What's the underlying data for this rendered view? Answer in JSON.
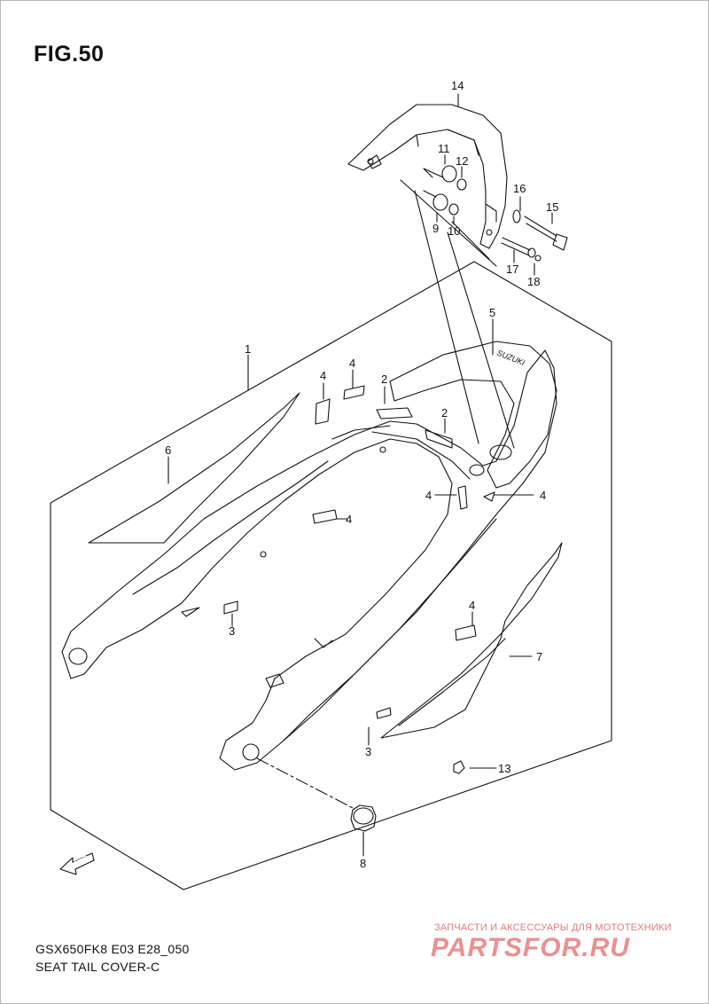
{
  "figure": {
    "title": "FIG.50"
  },
  "callouts": {
    "c1": "1",
    "c2a": "2",
    "c2b": "2",
    "c3a": "3",
    "c3b": "3",
    "c4a": "4",
    "c4b": "4",
    "c4c": "4",
    "c4d": "4",
    "c4e": "4",
    "c4f": "4",
    "c5": "5",
    "c6": "6",
    "c7": "7",
    "c8": "8",
    "c9": "9",
    "c10": "10",
    "c11": "11",
    "c12": "12",
    "c13": "13",
    "c14": "14",
    "c15": "15",
    "c16": "16",
    "c17": "17",
    "c18": "18"
  },
  "fwd_label": "FWD",
  "footer": {
    "model_code": "GSX650FK8 E03 E28_050",
    "section_name": "SEAT TAIL COVER-C"
  },
  "watermark": {
    "tagline": "ЗАПЧАСТИ И АКСЕССУАРЫ ДЛЯ МОТОТЕХНИКИ",
    "logo_text": "PARTSFOR.RU"
  },
  "colors": {
    "line": "#111111",
    "frame": "#b8b8b8",
    "watermark": "#e56b6b"
  }
}
